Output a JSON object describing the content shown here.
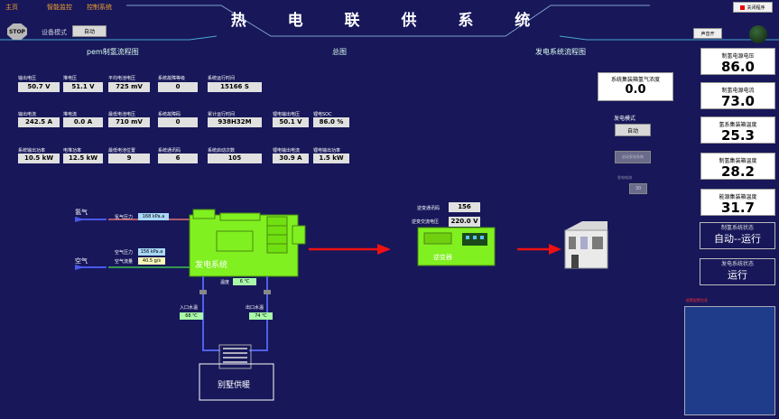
{
  "nav": {
    "home": "主页",
    "smart_monitor": "智能监控",
    "control": "控制系统"
  },
  "title": "热 电 联 供 系 统",
  "close_button": "关闭程序",
  "stop_label": "STOP",
  "device_mode": {
    "label": "设备模式",
    "value": "自动"
  },
  "sections": {
    "left": "pem制氢流程图",
    "center": "总图",
    "right": "发电系统流程图"
  },
  "metrics": [
    {
      "label": "输出电压",
      "value": "50.7 V"
    },
    {
      "label": "堆电压",
      "value": "51.1 V"
    },
    {
      "label": "平均电池电压",
      "value": "725 mV"
    },
    {
      "label": "系统故障等级",
      "value": "0"
    },
    {
      "label": "系统运行时间",
      "value": "15166 S"
    },
    {
      "label": "输出电流",
      "value": "242.5 A"
    },
    {
      "label": "堆电流",
      "value": "0.0 A"
    },
    {
      "label": "最低电池电压",
      "value": "710 mV"
    },
    {
      "label": "系统故障码",
      "value": "0"
    },
    {
      "label": "累计运行时间",
      "value": "938H32M"
    },
    {
      "label": "锂电输出电压",
      "value": "50.1 V"
    },
    {
      "label": "锂电SOC",
      "value": "86.0 %"
    },
    {
      "label": "系统输出功率",
      "value": "10.5 kW"
    },
    {
      "label": "电堆功率",
      "value": "12.5 kW"
    },
    {
      "label": "最低电池位置",
      "value": "9"
    },
    {
      "label": "系统通讯码",
      "value": "6"
    },
    {
      "label": "系统启动次数",
      "value": "105"
    },
    {
      "label": "锂电输出电流",
      "value": "30.9 A"
    },
    {
      "label": "锂电输出功率",
      "value": "1.5 kW"
    }
  ],
  "h2_concentration": {
    "label": "系统集装箱氢气浓度",
    "value": "0.0"
  },
  "gen_mode": {
    "label": "发电模式",
    "button": "自动",
    "start_button": "启动发电系统",
    "current_label": "发电电流",
    "current_value": "30"
  },
  "right_panel": [
    {
      "label": "制氢电源电压",
      "value": "86.0"
    },
    {
      "label": "制氢电源电流",
      "value": "73.0"
    },
    {
      "label": "氢系集装箱温度",
      "value": "25.3"
    },
    {
      "label": "制氢集装箱温度",
      "value": "28.2"
    },
    {
      "label": "能源集装箱温度",
      "value": "31.7"
    }
  ],
  "h2_status": {
    "label": "制氢系统状态",
    "value": "自动--运行"
  },
  "gen_status": {
    "label": "发电系统状态",
    "value": "运行"
  },
  "sound_button": "声音开",
  "alarm_label": "报警报警信息",
  "diagram": {
    "hydrogen": "氢气",
    "air": "空气",
    "h2_pressure_label": "氢气压力",
    "h2_pressure": "168 kPa.a",
    "air_pressure_label": "空气压力",
    "air_pressure": "156 kPa.a",
    "air_flow_label": "空气流量",
    "air_flow": "40.5 g/s",
    "genset_label": "发电系统",
    "temp_label": "温度",
    "temp_value": "6 ℃",
    "inlet_label": "入口水温",
    "inlet_value": "68 ℃",
    "outlet_label": "出口水温",
    "outlet_value": "74 ℃",
    "heating_label": "别墅供暖",
    "inverter_label": "逆变器",
    "inverter_comm_label": "逆变通讯码",
    "inverter_comm": "156",
    "inverter_voltage_label": "逆变交流电压",
    "inverter_voltage": "220.0 V"
  }
}
